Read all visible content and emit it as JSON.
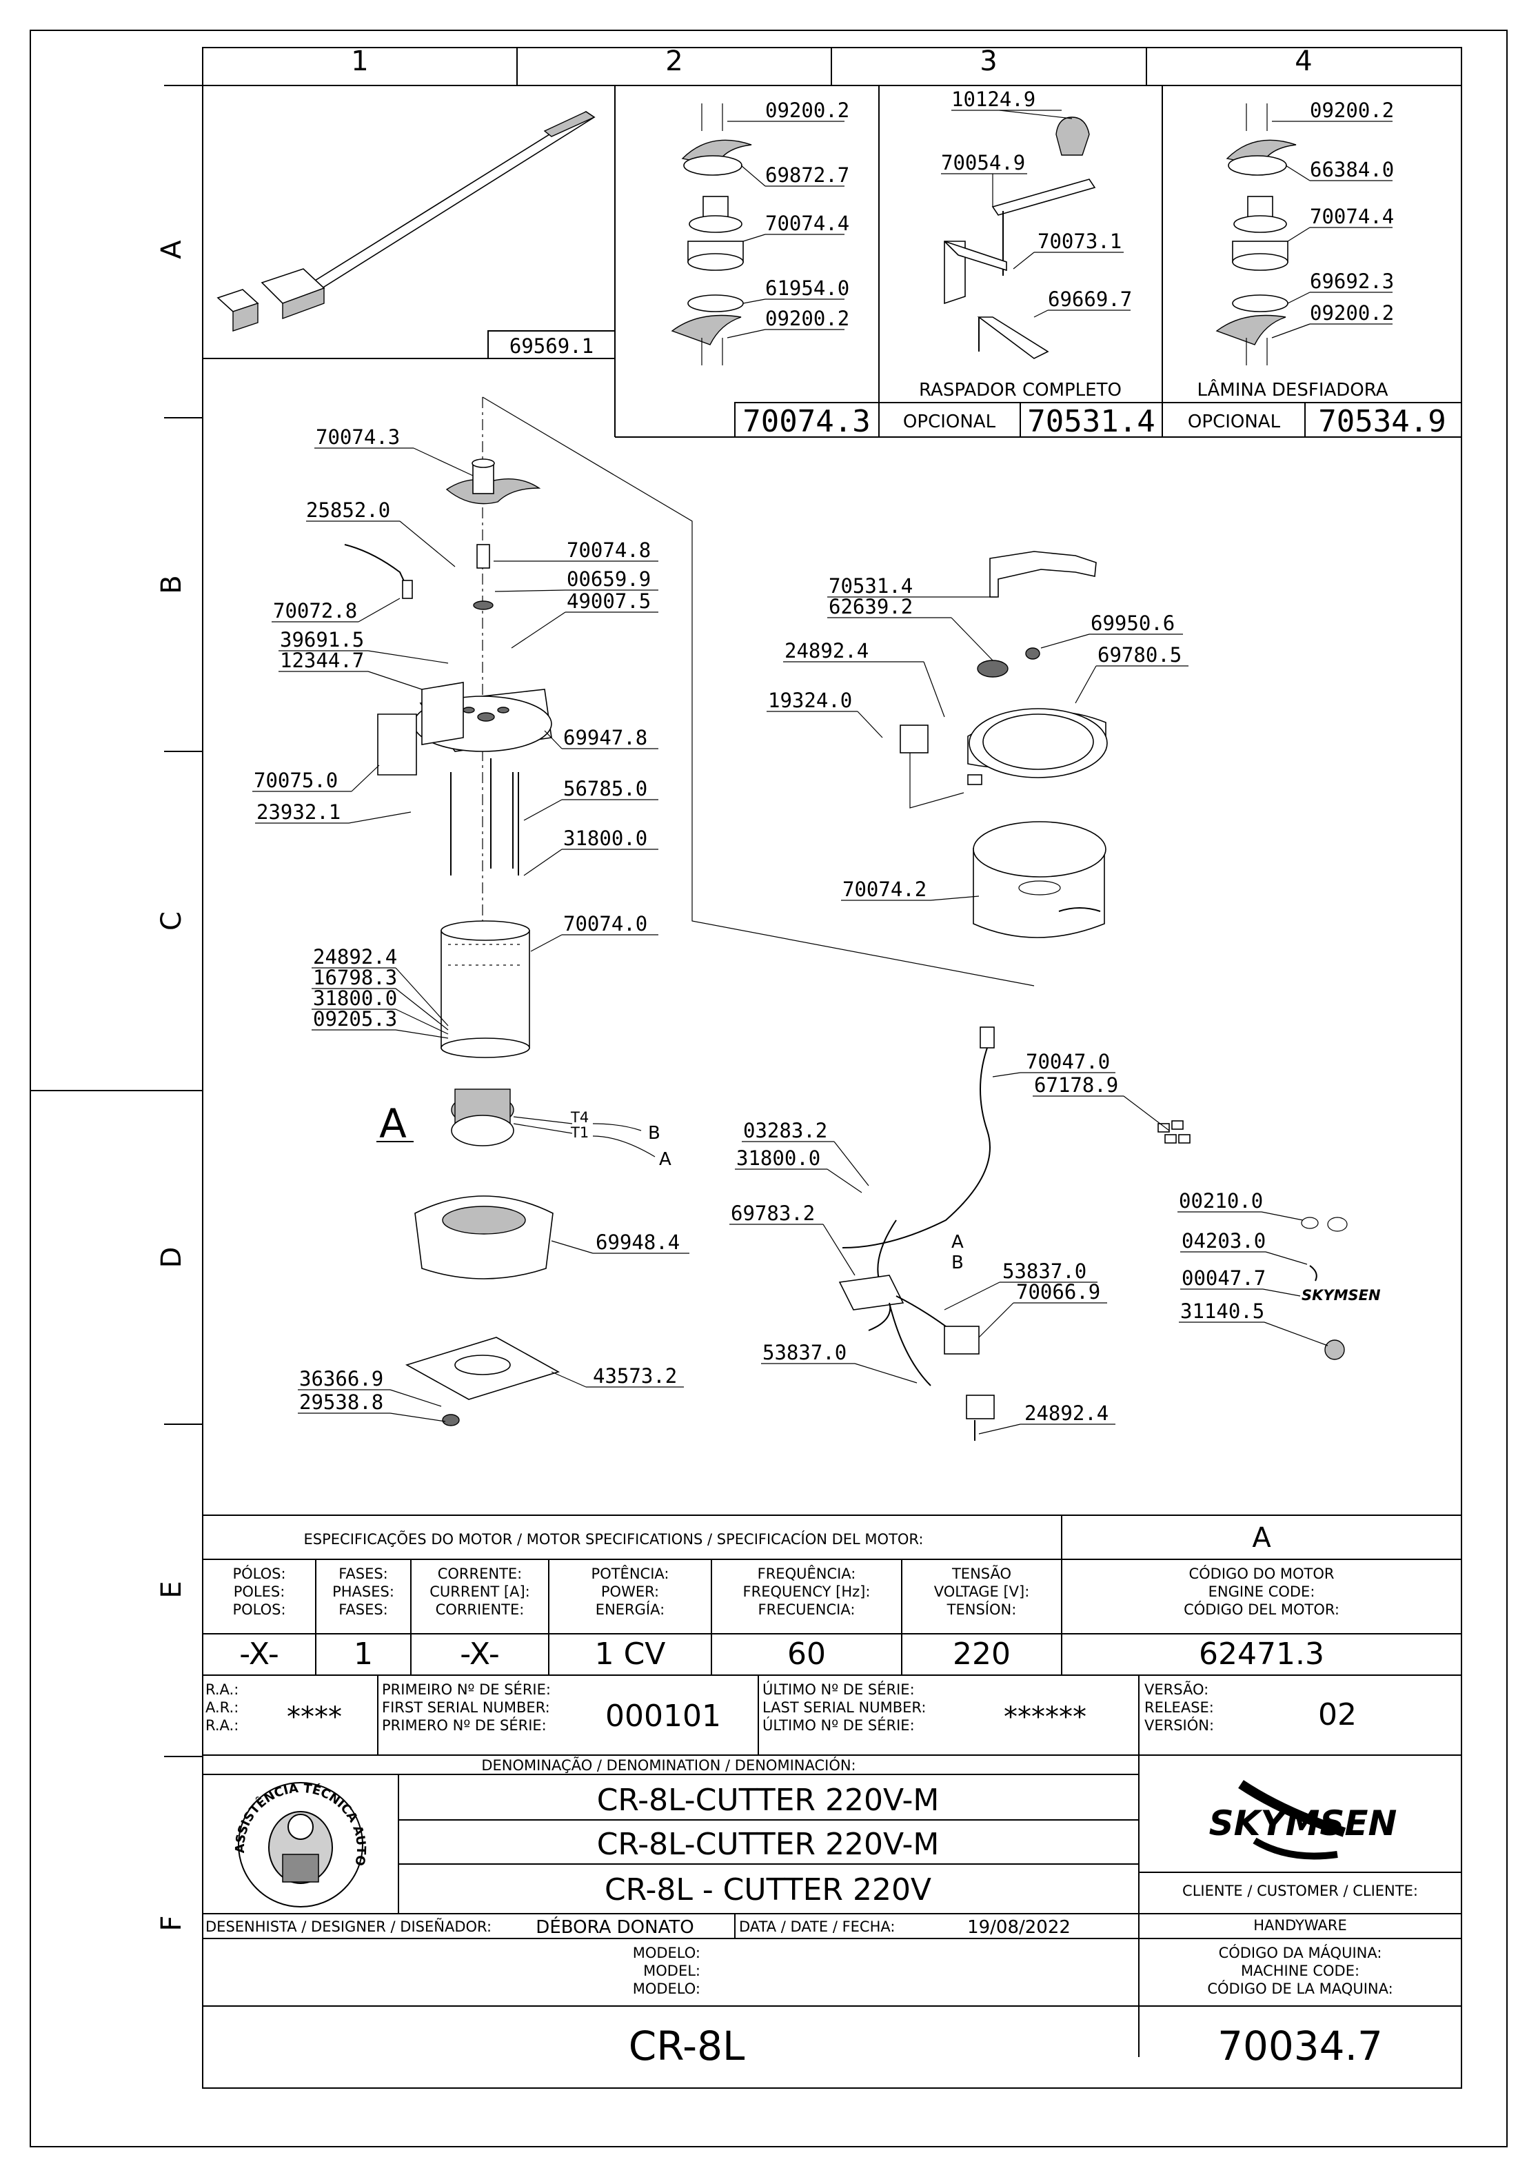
{
  "grid": {
    "columns": [
      "1",
      "2",
      "3",
      "4"
    ],
    "rows": [
      "A",
      "B",
      "C",
      "D",
      "E",
      "F"
    ]
  },
  "detail_views": {
    "view1_code": "69569.1",
    "view2_code": "70074.3",
    "view2_parts": [
      "09200.2",
      "69872.7",
      "70074.4",
      "61954.0",
      "09200.2"
    ],
    "view3_parts": [
      "10124.9",
      "70054.9",
      "70073.1",
      "69669.7"
    ],
    "view3_caption": "RASPADOR COMPLETO",
    "view3_optional": "OPCIONAL",
    "view3_code": "70531.4",
    "view4_parts": [
      "09200.2",
      "66384.0",
      "70074.4",
      "69692.3",
      "09200.2"
    ],
    "view4_caption": "LÂMINA DESFIADORA",
    "view4_optional": "OPCIONAL",
    "view4_code": "70534.9"
  },
  "main_parts": {
    "left": [
      "70074.3",
      "25852.0",
      "70074.8",
      "00659.9",
      "49007.5",
      "70072.8",
      "39691.5",
      "12344.7",
      "69947.8",
      "70075.0",
      "56785.0",
      "23932.1",
      "31800.0",
      "70074.0",
      "24892.4",
      "16798.3",
      "31800.0",
      "09205.3",
      "69948.4",
      "36366.9",
      "29538.8",
      "43573.2"
    ],
    "motor_label": "A",
    "wire_labels": [
      "T4",
      "T1",
      "B",
      "A"
    ],
    "right": [
      "70531.4",
      "62639.2",
      "69950.6",
      "24892.4",
      "69780.5",
      "19324.0",
      "70074.2"
    ],
    "electrical": [
      "70047.0",
      "67178.9",
      "03283.2",
      "31800.0",
      "69783.2",
      "A",
      "B",
      "53837.0",
      "70066.9",
      "53837.0",
      "24892.4",
      "00210.0",
      "04203.0",
      "00047.7",
      "31140.5"
    ]
  },
  "motor_spec": {
    "header": "ESPECIFICAÇÕES DO MOTOR / MOTOR SPECIFICATIONS / SPECIFICACÍON DEL MOTOR:",
    "code_header": "A",
    "columns": [
      {
        "l1": "PÓLOS:",
        "l2": "POLES:",
        "l3": "POLOS:",
        "value": "-X-"
      },
      {
        "l1": "FASES:",
        "l2": "PHASES:",
        "l3": "FASES:",
        "value": "1"
      },
      {
        "l1": "CORRENTE:",
        "l2": "CURRENT [A]:",
        "l3": "CORRIENTE:",
        "value": "-X-"
      },
      {
        "l1": "POTÊNCIA:",
        "l2": "POWER:",
        "l3": "ENERGÍA:",
        "value": "1 CV"
      },
      {
        "l1": "FREQUÊNCIA:",
        "l2": "FREQUENCY [Hz]:",
        "l3": "FRECUENCIA:",
        "value": "60"
      },
      {
        "l1": "TENSÃO",
        "l2": "VOLTAGE [V]:",
        "l3": "TENSÍON:",
        "value": "220"
      },
      {
        "l1": "CÓDIGO DO MOTOR",
        "l2": "ENGINE CODE:",
        "l3": "CÓDIGO DEL MOTOR:",
        "value": "62471.3"
      }
    ]
  },
  "serial": {
    "ra": [
      "R.A.:",
      "A.R.:",
      "R.A.:"
    ],
    "ra_value": "****",
    "first_labels": [
      "PRIMEIRO Nº DE SÉRIE:",
      "FIRST SERIAL NUMBER:",
      "PRIMERO Nº DE SÉRIE:"
    ],
    "first_value": "000101",
    "last_labels": [
      "ÚLTIMO Nº DE SÉRIE:",
      "LAST SERIAL NUMBER:",
      "ÚLTIMO Nº DE SÉRIE:"
    ],
    "last_value": "******",
    "version_labels": [
      "VERSÃO:",
      "RELEASE:",
      "VERSIÓN:"
    ],
    "version_value": "02"
  },
  "title_block": {
    "denomination_header": "DENOMINAÇÃO / DENOMINATION / DENOMINACIÓN:",
    "names": [
      "CR-8L-CUTTER 220V-M",
      "CR-8L-CUTTER 220V-M",
      "CR-8L - CUTTER 220V"
    ],
    "logo_stamp": "ASSISTÊNCIA TÉCNICA AUTORIZADA",
    "brand": "SKYMSEN",
    "client_label": "CLIENTE / CUSTOMER / CLIENTE:",
    "client_value": "HANDYWARE",
    "designer_label": "DESENHISTA / DESIGNER / DISEÑADOR:",
    "designer_value": "DÉBORA DONATO",
    "date_label": "DATA / DATE / FECHA:",
    "date_value": "19/08/2022",
    "model_labels": [
      "MODELO:",
      "MODEL:",
      "MODELO:"
    ],
    "model_value": "CR-8L",
    "machine_code_labels": [
      "CÓDIGO DA MÁQUINA:",
      "MACHINE CODE:",
      "CÓDIGO DE LA MAQUINA:"
    ],
    "machine_code_value": "70034.7"
  }
}
